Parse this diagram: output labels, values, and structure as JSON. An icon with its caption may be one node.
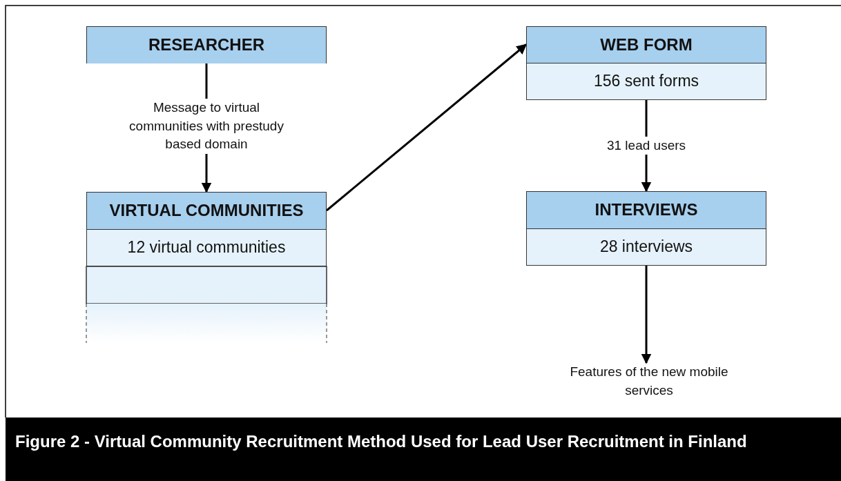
{
  "diagram": {
    "caption": "Figure 2 - Virtual Community Recruitment Method Used for Lead User Recruitment in Finland",
    "nodes": [
      {
        "text": [
          "RESEARCHER"
        ]
      },
      {
        "text": [
          "VIRTUAL COMMUNITIES",
          "12 virtual communities"
        ]
      },
      {
        "text": [
          "WEB FORM",
          "156 sent forms"
        ]
      },
      {
        "text": [
          "INTERVIEWS",
          "28 interviews"
        ]
      },
      {
        "text": [
          "Features of the new mobile services"
        ]
      }
    ],
    "edges": [
      {
        "from": 0,
        "to": 1,
        "arrow": "to",
        "label": "Message to virtual communities with prestudy based domain"
      },
      {
        "from": 1,
        "to": 2,
        "arrow": "to"
      },
      {
        "from": 2,
        "to": 3,
        "arrow": "to",
        "label": "31 lead users"
      },
      {
        "from": 3,
        "to": 4,
        "arrow": "to"
      }
    ]
  }
}
